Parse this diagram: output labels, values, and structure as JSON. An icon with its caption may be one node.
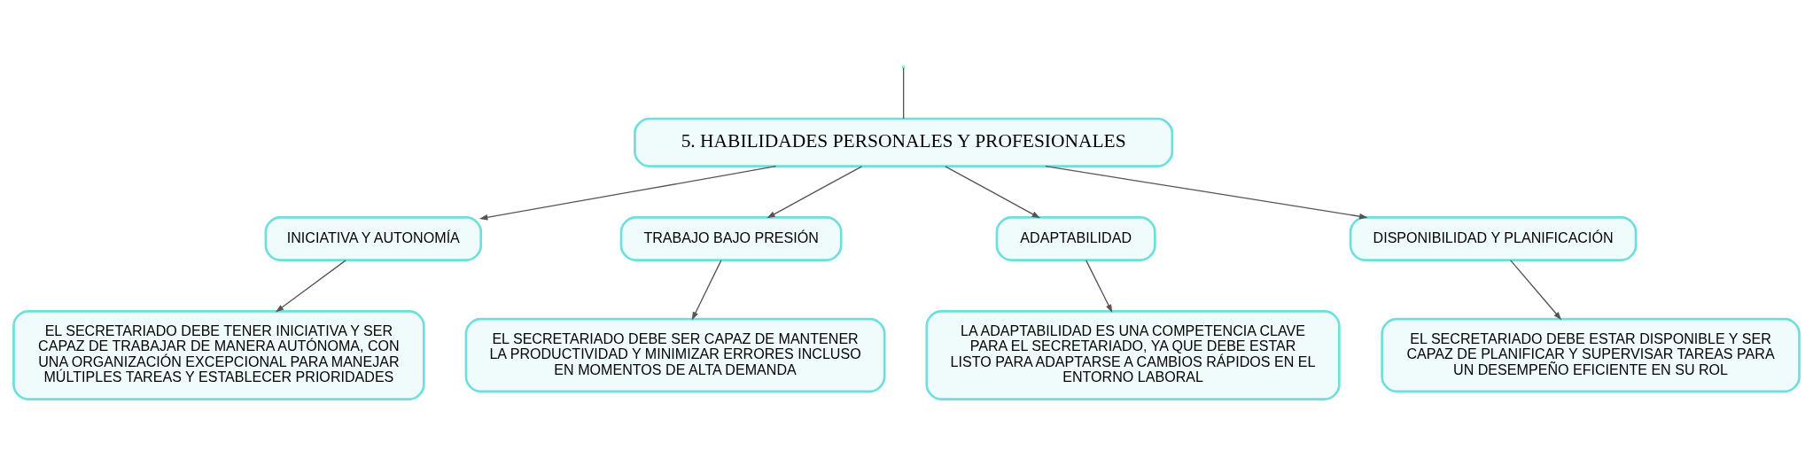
{
  "diagram": {
    "nodes": [
      {
        "text": [
          "5. HABILIDADES PERSONALES Y PROFESIONALES"
        ]
      },
      {
        "text": [
          "INICIATIVA Y AUTONOMÍA"
        ]
      },
      {
        "text": [
          "TRABAJO BAJO PRESIÓN"
        ]
      },
      {
        "text": [
          "ADAPTABILIDAD"
        ]
      },
      {
        "text": [
          "DISPONIBILIDAD Y PLANIFICACIÓN"
        ]
      },
      {
        "text": [
          "EL SECRETARIADO DEBE TENER INICIATIVA Y SER CAPAZ DE TRABAJAR DE MANERA AUTÓNOMA, CON UNA ORGANIZACIÓN EXCEPCIONAL PARA MANEJAR MÚLTIPLES TAREAS Y ESTABLECER PRIORIDADES"
        ]
      },
      {
        "text": [
          "EL SECRETARIADO DEBE SER CAPAZ DE MANTENER LA PRODUCTIVIDAD Y MINIMIZAR ERRORES INCLUSO EN MOMENTOS DE ALTA DEMANDA"
        ]
      },
      {
        "text": [
          "LA ADAPTABILIDAD ES UNA COMPETENCIA CLAVE PARA EL SECRETARIADO, YA QUE DEBE ESTAR LISTO PARA ADAPTARSE A CAMBIOS RÁPIDOS EN EL ENTORNO LABORAL"
        ]
      },
      {
        "text": [
          "EL SECRETARIADO DEBE ESTAR DISPONIBLE Y SER CAPAZ DE PLANIFICAR Y SUPERVISAR TAREAS PARA UN DESEMPEÑO EFICIENTE EN SU ROL"
        ]
      }
    ],
    "edges": [
      {
        "from": null,
        "to": 0,
        "arrow": "none"
      },
      {
        "from": 0,
        "to": 1,
        "arrow": "to"
      },
      {
        "from": 0,
        "to": 2,
        "arrow": "to"
      },
      {
        "from": 0,
        "to": 3,
        "arrow": "to"
      },
      {
        "from": 0,
        "to": 4,
        "arrow": "to"
      },
      {
        "from": 1,
        "to": 5,
        "arrow": "to"
      },
      {
        "from": 2,
        "to": 6,
        "arrow": "to"
      },
      {
        "from": 3,
        "to": 7,
        "arrow": "to"
      },
      {
        "from": 4,
        "to": 8,
        "arrow": "to"
      }
    ]
  }
}
